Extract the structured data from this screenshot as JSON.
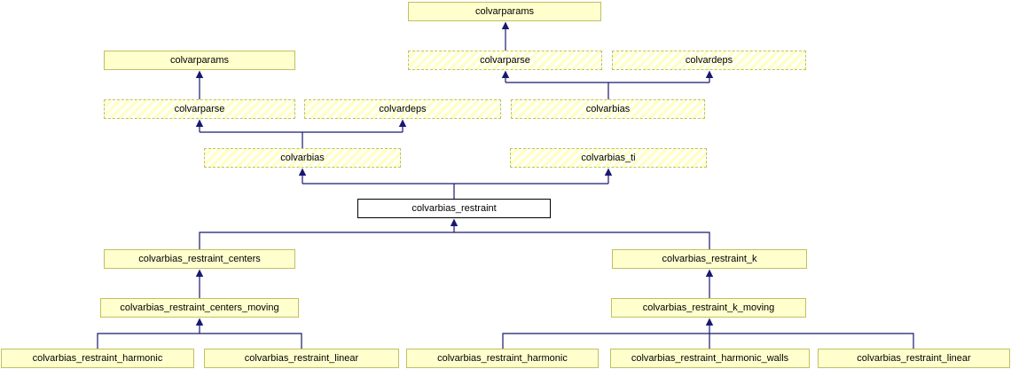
{
  "diagram": {
    "type": "class-inheritance-graph",
    "focus_class": "colvarbias_restraint",
    "nodes": [
      {
        "id": "colvarparams_base",
        "label": "colvarparams",
        "style": "solid"
      },
      {
        "id": "colvarparams_2",
        "label": "colvarparams",
        "style": "solid"
      },
      {
        "id": "colvarparse_2",
        "label": "colvarparse",
        "style": "hatched"
      },
      {
        "id": "colvardeps_2",
        "label": "colvardeps",
        "style": "hatched"
      },
      {
        "id": "colvarparse_3",
        "label": "colvarparse",
        "style": "hatched"
      },
      {
        "id": "colvardeps_3",
        "label": "colvardeps",
        "style": "hatched"
      },
      {
        "id": "colvarbias_3",
        "label": "colvarbias",
        "style": "hatched"
      },
      {
        "id": "colvarbias_4",
        "label": "colvarbias",
        "style": "hatched"
      },
      {
        "id": "colvarbias_ti",
        "label": "colvarbias_ti",
        "style": "hatched"
      },
      {
        "id": "colvarbias_restraint",
        "label": "colvarbias_restraint",
        "style": "focus"
      },
      {
        "id": "colvarbias_restraint_centers",
        "label": "colvarbias_restraint_centers",
        "style": "solid"
      },
      {
        "id": "colvarbias_restraint_k",
        "label": "colvarbias_restraint_k",
        "style": "solid"
      },
      {
        "id": "colvarbias_restraint_centers_moving",
        "label": "colvarbias_restraint_centers_moving",
        "style": "solid"
      },
      {
        "id": "colvarbias_restraint_k_moving",
        "label": "colvarbias_restraint_k_moving",
        "style": "solid"
      },
      {
        "id": "colvarbias_restraint_harmonic_a",
        "label": "colvarbias_restraint_harmonic",
        "style": "solid"
      },
      {
        "id": "colvarbias_restraint_linear_a",
        "label": "colvarbias_restraint_linear",
        "style": "solid"
      },
      {
        "id": "colvarbias_restraint_harmonic_b",
        "label": "colvarbias_restraint_harmonic",
        "style": "solid"
      },
      {
        "id": "colvarbias_restraint_harmonic_walls",
        "label": "colvarbias_restraint_harmonic_walls",
        "style": "solid"
      },
      {
        "id": "colvarbias_restraint_linear_b",
        "label": "colvarbias_restraint_linear",
        "style": "solid"
      }
    ],
    "edges": [
      {
        "child": "colvarparse_2",
        "parent": "colvarparams_base"
      },
      {
        "child": "colvarparse_3",
        "parent": "colvarparams_2"
      },
      {
        "child": "colvarbias_3",
        "parent": "colvarparse_2"
      },
      {
        "child": "colvarbias_3",
        "parent": "colvardeps_2"
      },
      {
        "child": "colvarbias_4",
        "parent": "colvarparse_3"
      },
      {
        "child": "colvarbias_4",
        "parent": "colvardeps_3"
      },
      {
        "child": "colvarbias_restraint",
        "parent": "colvarbias_4"
      },
      {
        "child": "colvarbias_restraint",
        "parent": "colvarbias_ti"
      },
      {
        "child": "colvarbias_restraint_centers",
        "parent": "colvarbias_restraint"
      },
      {
        "child": "colvarbias_restraint_k",
        "parent": "colvarbias_restraint"
      },
      {
        "child": "colvarbias_restraint_centers_moving",
        "parent": "colvarbias_restraint_centers"
      },
      {
        "child": "colvarbias_restraint_k_moving",
        "parent": "colvarbias_restraint_k"
      },
      {
        "child": "colvarbias_restraint_harmonic_a",
        "parent": "colvarbias_restraint_centers_moving"
      },
      {
        "child": "colvarbias_restraint_linear_a",
        "parent": "colvarbias_restraint_centers_moving"
      },
      {
        "child": "colvarbias_restraint_harmonic_b",
        "parent": "colvarbias_restraint_k_moving"
      },
      {
        "child": "colvarbias_restraint_harmonic_walls",
        "parent": "colvarbias_restraint_k_moving"
      },
      {
        "child": "colvarbias_restraint_linear_b",
        "parent": "colvarbias_restraint_k_moving"
      }
    ],
    "colors": {
      "edge": "#191970",
      "node_fill": "#ffffce",
      "node_border": "#c0c060",
      "hatch_stripe": "#ffffc4",
      "focus_border": "#000000",
      "text": "#000000"
    }
  }
}
